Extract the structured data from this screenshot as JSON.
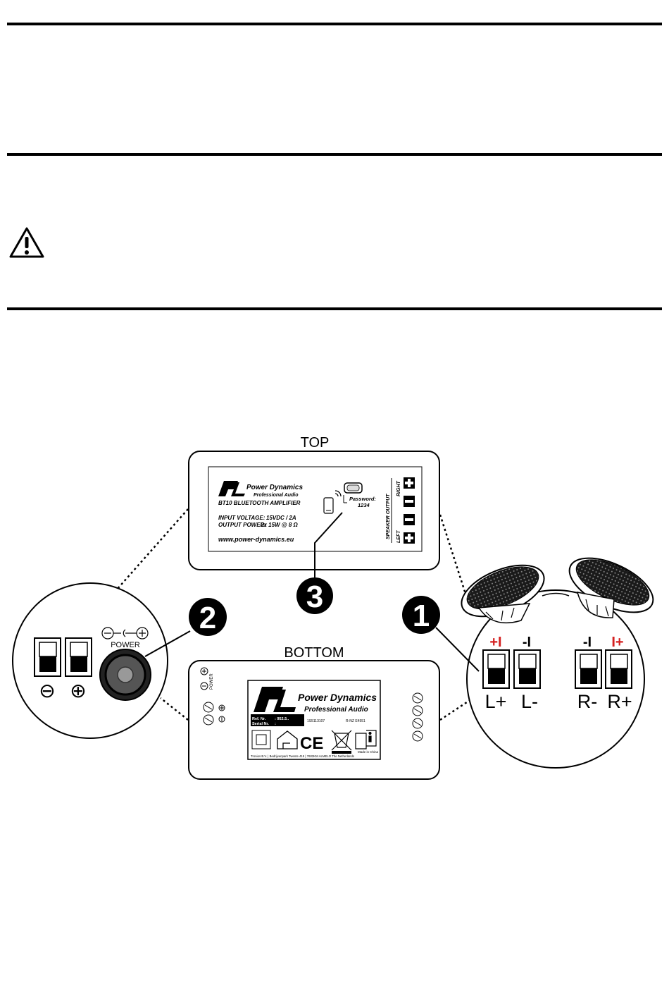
{
  "diagram": {
    "top_label": "TOP",
    "bottom_label": "BOTTOM",
    "callouts": [
      "1",
      "2",
      "3"
    ],
    "top_panel": {
      "brand": "Power Dynamics",
      "brand_sub": "Professional Audio",
      "model": "BT10 BLUETOOTH AMPLIFIER",
      "input_voltage_label": "INPUT VOLTAGE:",
      "input_voltage_value": "15VDC / 2A",
      "output_power_label": "OUTPUT POWER:",
      "output_power_value": "2x 15W @ 8 Ω",
      "website": "www.power-dynamics.eu",
      "password_label": "Password:",
      "password_value": "1234",
      "speaker_output": "SPEAKER OUTPUT",
      "right": "RIGHT",
      "left": "LEFT"
    },
    "bottom_panel": {
      "brand": "Power Dynamics",
      "brand_sub": "Professional Audio",
      "ref_label": "Ref. Nr.",
      "ref_value": ": 952.5..",
      "serial_label": "Serial Nr.",
      "serial_value": ":",
      "cert_left": "1S5113107",
      "cert_right": "R-NZ E4551",
      "made_in": "Made in China",
      "address": "Tronios B.V. | Bedrijvenpark Twente 415 | 7602KM ALMELO The Netherlands",
      "power_label": "POWER"
    },
    "power_zoom": {
      "label": "POWER",
      "minus": "⊖",
      "plus": "⊕"
    },
    "speaker_zoom": {
      "top_labels": [
        "+I",
        "-I",
        "-I",
        "I+"
      ],
      "terminal_labels": [
        "L+",
        "L-",
        "R-",
        "R+"
      ],
      "accent": "#d42020"
    }
  }
}
